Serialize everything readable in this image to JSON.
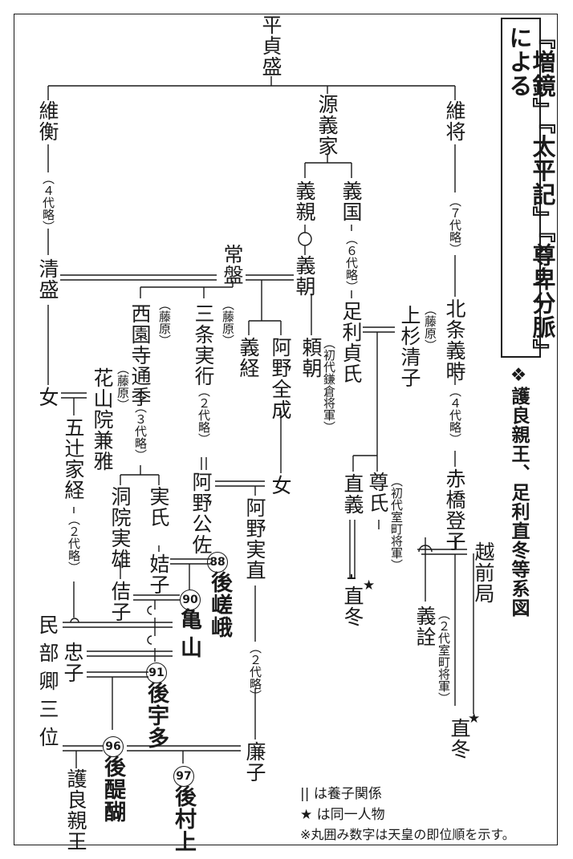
{
  "title": "『増鏡』『太平記』『尊卑分脈』による",
  "subtitle": "❖護良親王、足利直冬等系図",
  "people": {
    "taira_sadamori": "平貞盛",
    "koremori": "維衡",
    "minamoto_yoshiie": "源義家",
    "koremasa": "維将",
    "yoshichika": "義親",
    "yoshikuni": "義国",
    "kiyomori": "清盛",
    "tokiwa": "常盤",
    "yoshitomo": "義朝",
    "ashikaga_sadauji": "足利貞氏",
    "uesugi_kiyoko": "上杉清子",
    "hojo_yoshitoki": "北条義時",
    "saionji_michisue": "西園寺通季",
    "sanjo_saneyuki": "三条実行",
    "yoshitsune": "義経",
    "ano_zenjo": "阿野全成",
    "yoritomo": "頼朝",
    "kazanin_kanemasa": "花山院兼雅",
    "onna1": "女",
    "onna2": "女",
    "goinoji_ietsune": "五辻家経",
    "toin_saneo": "洞院実雄",
    "sanuji": "実氏",
    "ano_kinsuke": "阿野公佐",
    "ano_sanenao": "阿野実直",
    "kitsushi": "姞子",
    "kishi": "佶子",
    "tadako": "忠子",
    "renshi": "廉子",
    "go_saga": "後嵯峨",
    "kameyama": "亀山",
    "go_uda": "後宇多",
    "go_daigo": "後醍醐",
    "go_murakami": "後村上",
    "morinaga": "護良親王",
    "minbukyo": "民部卿三位",
    "takauji": "尊氏",
    "tadayoshi": "直義",
    "tadafuyu1": "直冬",
    "tadafuyu2": "直冬",
    "akahashi_toshi": "赤橋登子",
    "echizen_no_tsubone": "越前局",
    "yoshiakira": "義詮"
  },
  "emperor_numbers": {
    "go_saga": "88",
    "kameyama": "90",
    "go_uda": "91",
    "go_daigo": "96",
    "go_murakami": "97"
  },
  "notes": {
    "dai4_a": "（４代略）",
    "dai7": "（７代略）",
    "dai6": "（６代略）",
    "dai4_b": "（４代略）",
    "dai3": "（３代略）",
    "dai2_a": "（２代略）",
    "dai2_b": "（２代略）",
    "dai2_c": "（２代略）",
    "fujiwara1": "（藤原）",
    "fujiwara2": "（藤原）",
    "fujiwara3": "（藤原）",
    "fujiwara4": "（藤原）",
    "shodai_kamakura": "（初代鎌倉将軍）",
    "shodai_muromachi": "（初代室町将軍）",
    "nidai_muromachi": "（２代室町将軍）"
  },
  "legend": {
    "adoption_symbol": "||",
    "adoption": "は養子関係",
    "same_symbol": "★",
    "same": "は同一人物",
    "note": "※丸囲み数字は天皇の即位順を示す。"
  }
}
